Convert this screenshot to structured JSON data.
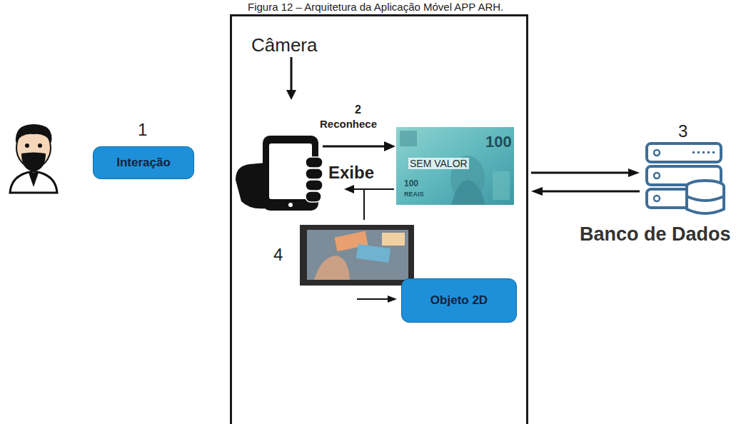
{
  "diagram": {
    "title": "Figura 12 – Arquitetura da Aplicação Móvel APP ARH.",
    "nodes": [
      {
        "text": [
          "Interação"
        ]
      },
      {
        "text": [
          "Câmera"
        ]
      },
      {
        "text": [
          "Objeto 2D"
        ],
        "in": 1
      },
      {
        "text": [
          "Banco de Dados"
        ]
      }
    ],
    "edges": [
      {
        "from": 1,
        "to": 3,
        "arrow": "to"
      },
      {
        "from": 3,
        "to": 1,
        "arrow": "to"
      }
    ],
    "labels": [
      "1",
      "2",
      "Reconhece",
      "Exibe",
      "3",
      "4",
      "100",
      "SEM VALOR",
      "100",
      "REAIS"
    ]
  }
}
